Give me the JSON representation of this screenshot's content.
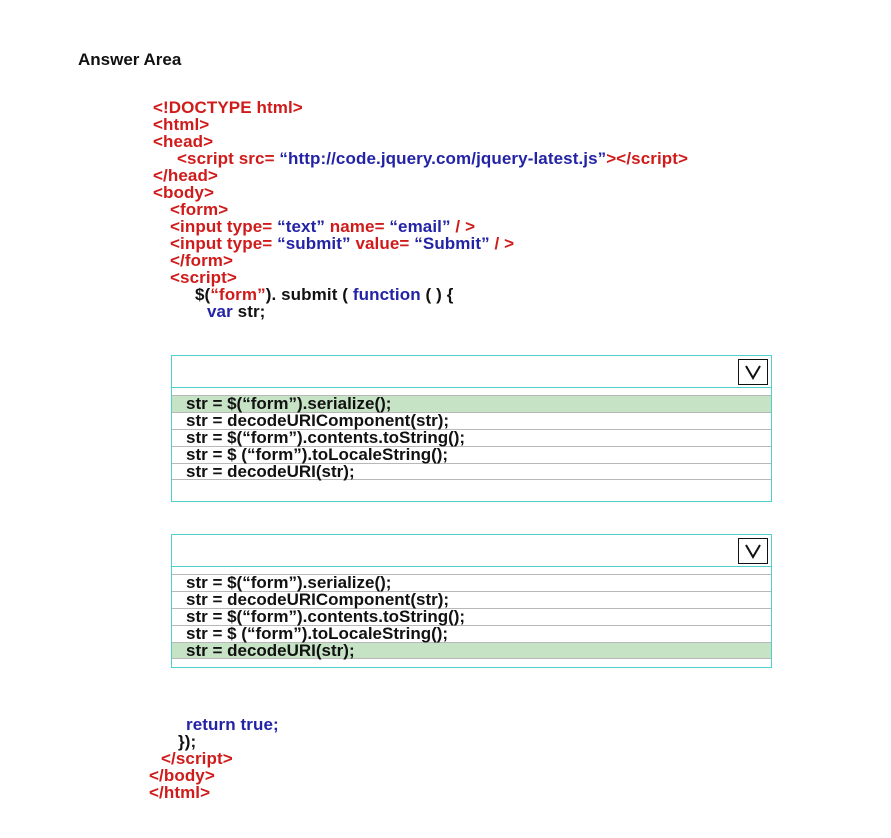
{
  "title": "Answer Area",
  "code_top": [
    [
      {
        "t": "<!DOCTYPE html>",
        "c": "r"
      }
    ],
    [
      {
        "t": "<html>",
        "c": "r"
      }
    ],
    [
      {
        "t": "<head>",
        "c": "r"
      }
    ],
    [
      {
        "t": "<script src= ",
        "c": "r"
      },
      {
        "t": "“http://code.jquery.com/jquery-latest.js”",
        "c": "b"
      },
      {
        "t": "></script>",
        "c": "r"
      }
    ],
    [
      {
        "t": "</head>",
        "c": "r"
      }
    ],
    [
      {
        "t": "<body>",
        "c": "r"
      }
    ],
    [
      {
        "t": "<form>",
        "c": "r"
      }
    ],
    [
      {
        "t": "<input type= ",
        "c": "r"
      },
      {
        "t": "“text”",
        "c": "b"
      },
      {
        "t": " name= ",
        "c": "r"
      },
      {
        "t": "“email”",
        "c": "b"
      },
      {
        "t": " / >",
        "c": "r"
      }
    ],
    [
      {
        "t": "<input type= ",
        "c": "r"
      },
      {
        "t": "“submit”",
        "c": "b"
      },
      {
        "t": " value= ",
        "c": "r"
      },
      {
        "t": "“Submit”",
        "c": "b"
      },
      {
        "t": " / >",
        "c": "r"
      }
    ],
    [
      {
        "t": "</form>",
        "c": "r"
      }
    ],
    [
      {
        "t": "<script>",
        "c": "r"
      }
    ],
    [
      {
        "t": "$(",
        "c": "k"
      },
      {
        "t": "“form”",
        "c": "r"
      },
      {
        "t": "). submit ( ",
        "c": "k"
      },
      {
        "t": "function",
        "c": "b"
      },
      {
        "t": " ( ) {",
        "c": "k"
      }
    ],
    [
      {
        "t": "var",
        "c": "b"
      },
      {
        "t": " str;",
        "c": "k"
      }
    ]
  ],
  "dropdown1": {
    "options": [
      "str = $(“form”).serialize();",
      "str = decodeURIComponent(str);",
      "str = $(“form”).contents.toString();",
      "str = $ (“form”).toLocaleString();",
      "str = decodeURI(str);"
    ],
    "selected_index": 0,
    "arrow_glyph": "V"
  },
  "dropdown2": {
    "options": [
      "str = $(“form”).serialize();",
      "str = decodeURIComponent(str);",
      "str = $(“form”).contents.toString();",
      "str = $ (“form”).toLocaleString();",
      "str = decodeURI(str);"
    ],
    "selected_index": 4,
    "arrow_glyph": "V"
  },
  "code_bottom": [
    [
      {
        "t": "return true;",
        "c": "b"
      }
    ],
    [
      {
        "t": "});",
        "c": "k"
      }
    ],
    [
      {
        "t": "</script>",
        "c": "r"
      }
    ],
    [
      {
        "t": "</body>",
        "c": "r"
      }
    ],
    [
      {
        "t": "</html>",
        "c": "r"
      }
    ]
  ],
  "colors": {
    "tag_red": "#d01b1b",
    "string_blue": "#2323a6",
    "text_black": "#111111",
    "dropdown_border": "#4fd0c8",
    "selected_green": "#c6e3c6"
  }
}
